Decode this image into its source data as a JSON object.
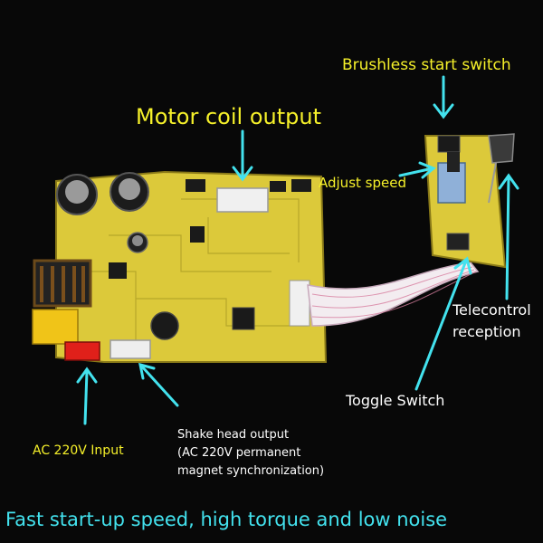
{
  "labels": {
    "motor_coil_output": "Motor coil output",
    "brushless_start_switch": "Brushless start switch",
    "adjust_speed": "Adjust speed",
    "telecontrol_line1": "Telecontrol",
    "telecontrol_line2": "reception",
    "toggle_switch": "Toggle Switch",
    "shake_head_line1": "Shake head output",
    "shake_head_line2": "(AC 220V permanent",
    "shake_head_line3": "magnet synchronization)",
    "ac_input": "AC 220V Input",
    "tagline": "Fast start-up speed, high torque and low noise"
  },
  "colors": {
    "label_yellow": "#f6f12a",
    "arrow_cyan": "#43e2ee",
    "pcb_yellow": "#e0cf3c",
    "background": "#080808"
  }
}
